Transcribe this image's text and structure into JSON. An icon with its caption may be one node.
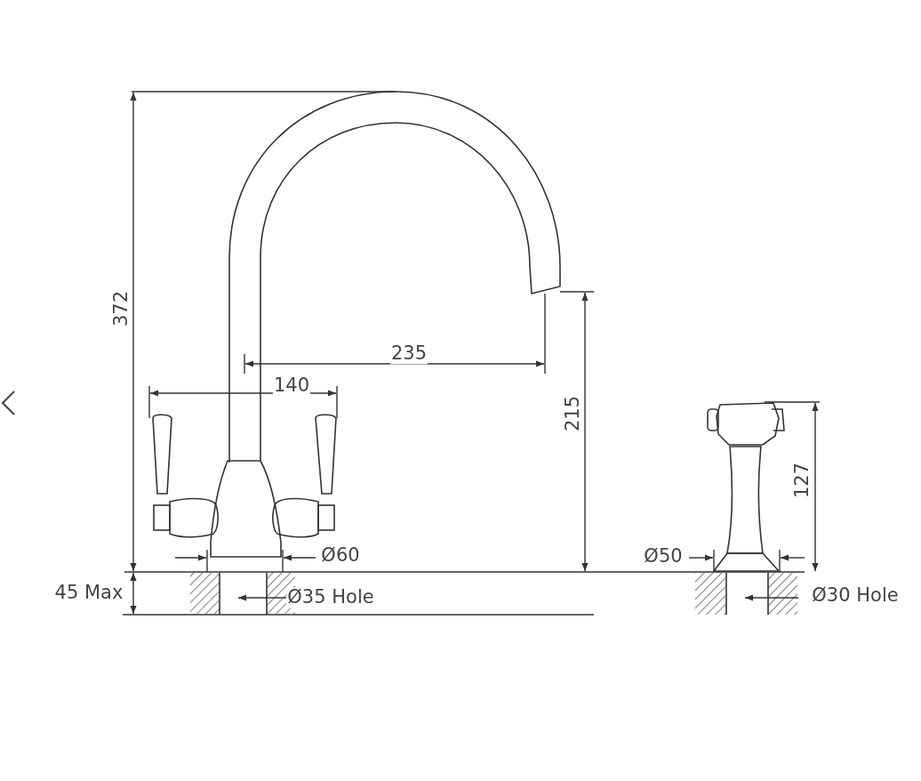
{
  "diagram": {
    "labels": [
      "372",
      "235",
      "140",
      "215",
      "127",
      "Ø60",
      "Ø50",
      "45 Max",
      "Ø35 Hole",
      "Ø30 Hole"
    ]
  }
}
